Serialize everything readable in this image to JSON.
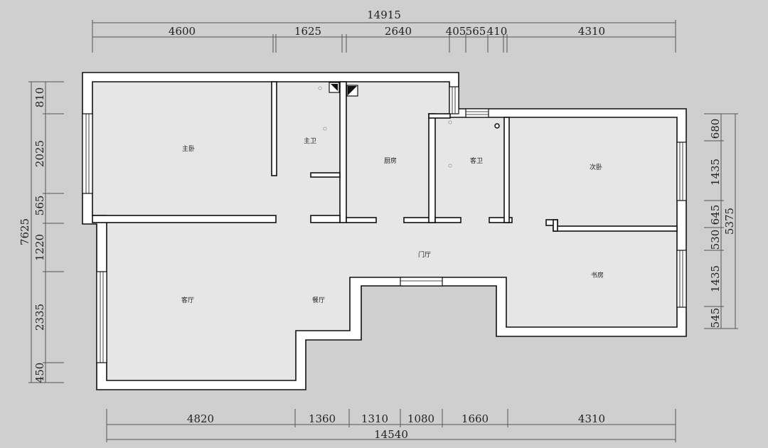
{
  "top_dims": {
    "total": "14915",
    "segments": [
      "4600",
      "1625",
      "2640",
      "405",
      "565",
      "410",
      "4310"
    ]
  },
  "bottom_dims": {
    "total": "14540",
    "segments": [
      "4820",
      "1360",
      "1310",
      "1080",
      "1660",
      "4310"
    ]
  },
  "left_dims": {
    "total": "7625",
    "segments": [
      "810",
      "2025",
      "565",
      "1220",
      "2335",
      "450"
    ]
  },
  "right_dims": {
    "total": "5375",
    "segments": [
      "680",
      "1435",
      "645",
      "530",
      "1435",
      "545"
    ]
  },
  "rooms": {
    "master_bedroom": "主卧",
    "master_bath": "主卫",
    "kitchen": "厨房",
    "guest_bath": "客卫",
    "second_bedroom": "次卧",
    "foyer": "门厅",
    "study": "书房",
    "living_room": "客厅",
    "dining_room": "餐厅"
  }
}
